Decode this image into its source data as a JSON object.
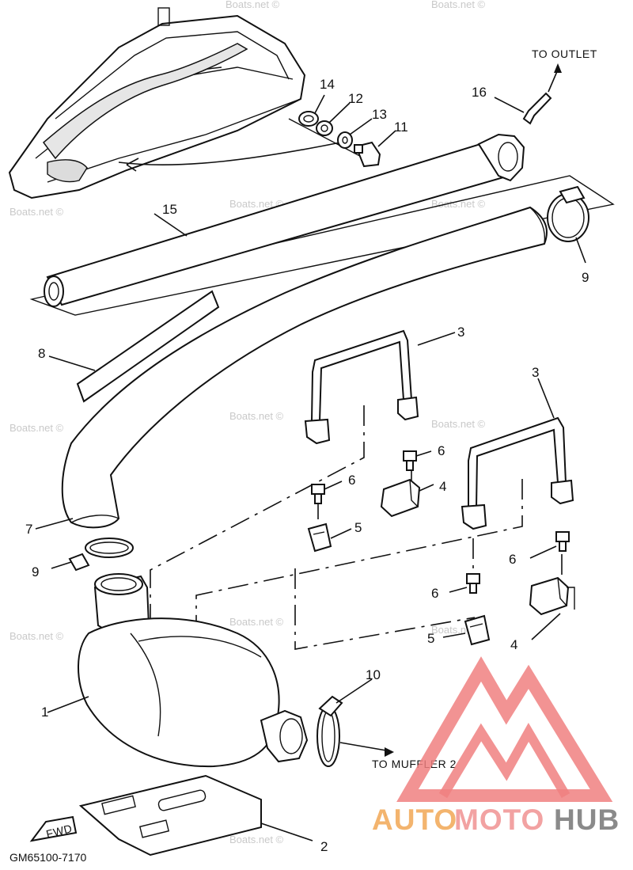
{
  "diagram": {
    "callouts": {
      "c1": "1",
      "c2": "2",
      "c3a": "3",
      "c3b": "3",
      "c4a": "4",
      "c4b": "4",
      "c5a": "5",
      "c5b": "5",
      "c6a": "6",
      "c6b": "6",
      "c6c": "6",
      "c6d": "6",
      "c7": "7",
      "c8": "8",
      "c9a": "9",
      "c9b": "9",
      "c10": "10",
      "c11": "11",
      "c12": "12",
      "c13": "13",
      "c14": "14",
      "c15": "15",
      "c16": "16"
    },
    "notes": {
      "to_outlet": "TO OUTLET",
      "to_muffler": "TO MUFFLER 2",
      "fwd": "FWD"
    },
    "diagram_code": "GM65100-7170",
    "watermark": "Boats.net ©"
  },
  "brand": {
    "part1": "AUTO",
    "part2": "MOTO",
    "part3": "HUB",
    "colors": {
      "auto": "#f3b46e",
      "moto": "#f2a2a2",
      "hub": "#8a8a8a",
      "logo": "#f08080"
    }
  }
}
